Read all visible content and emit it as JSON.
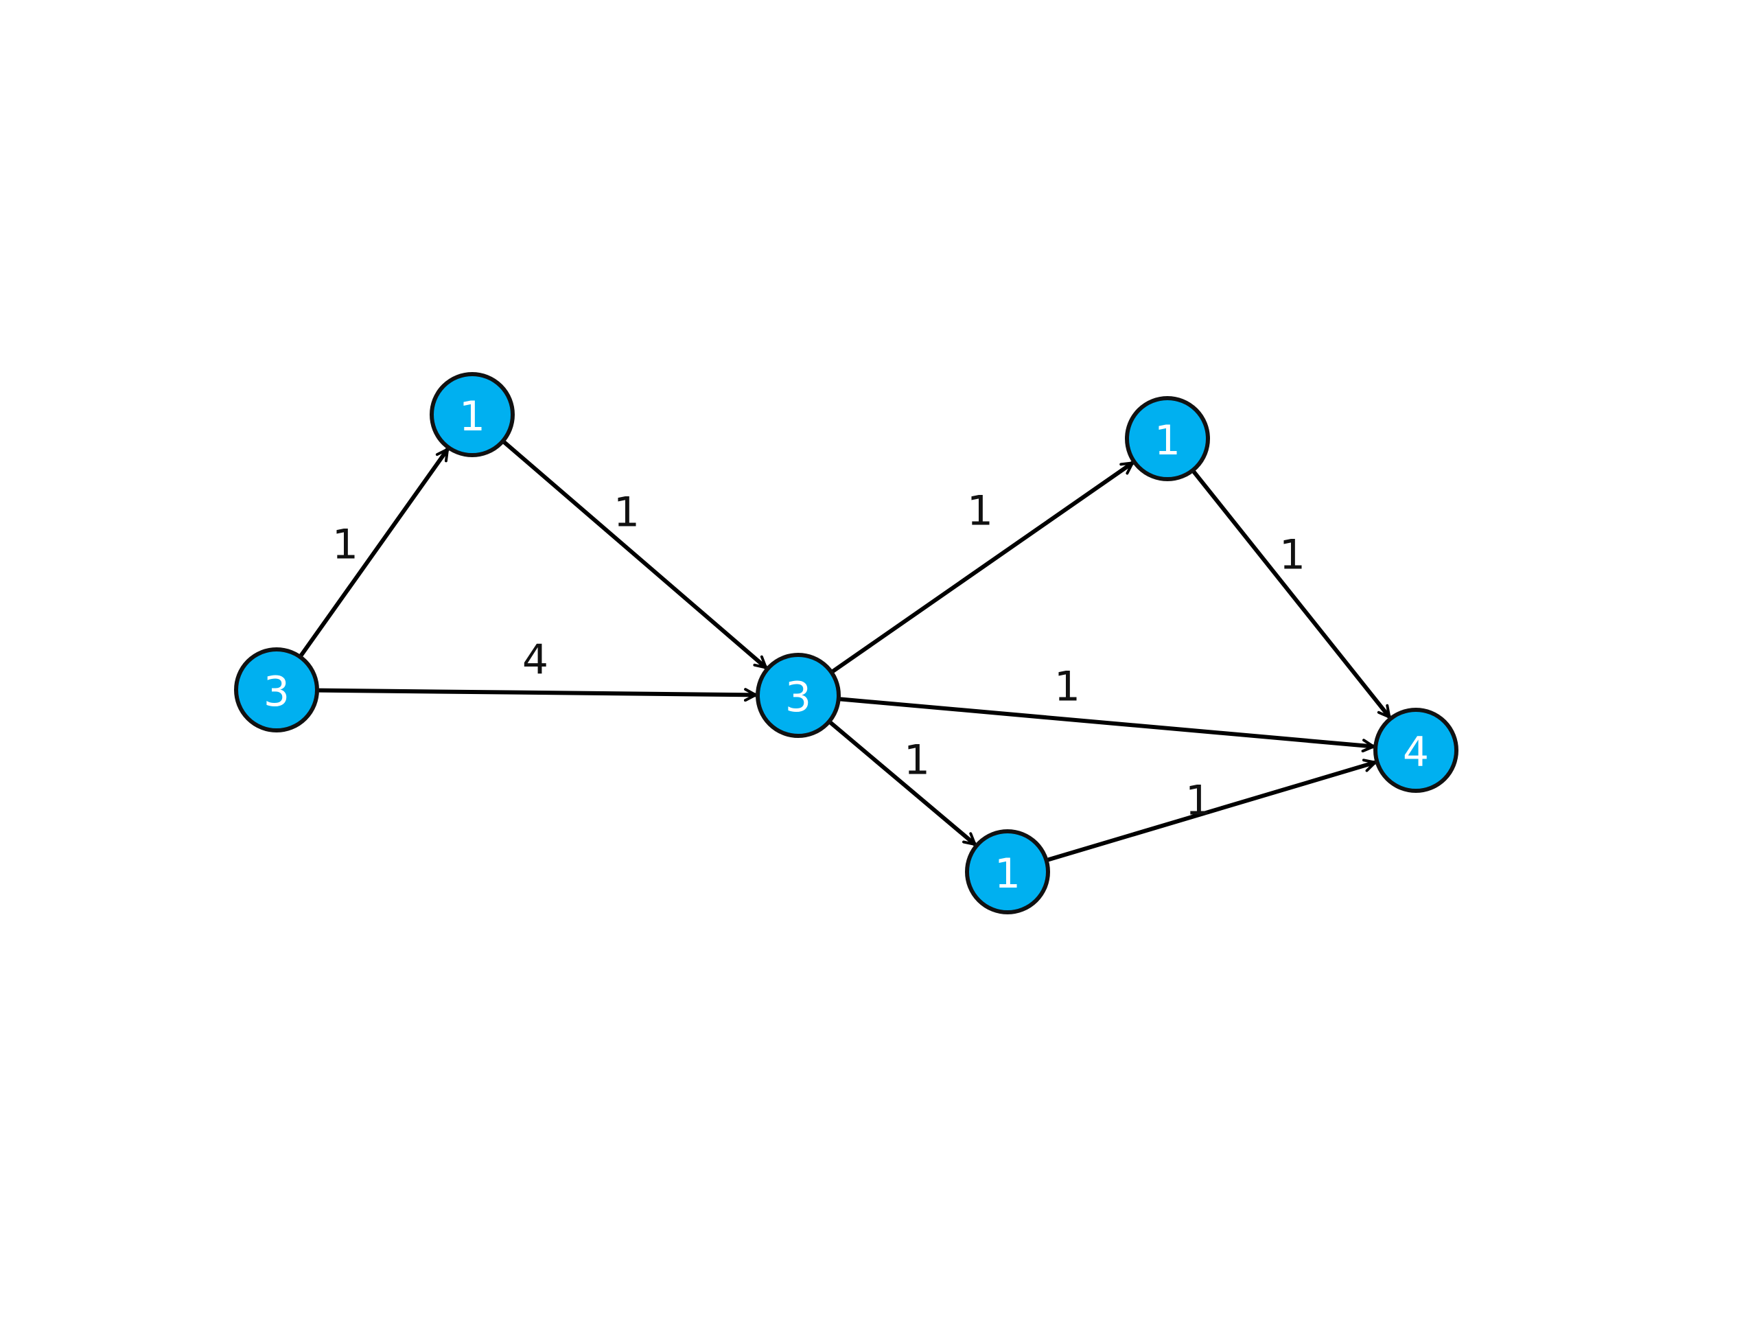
{
  "graph": {
    "node_color": "#00b0f0",
    "edge_color": "#000000",
    "nodes": [
      {
        "id": "n1",
        "label": "3"
      },
      {
        "id": "n2",
        "label": "1"
      },
      {
        "id": "n3",
        "label": "3"
      },
      {
        "id": "n4",
        "label": "1"
      },
      {
        "id": "n5",
        "label": "1"
      },
      {
        "id": "n6",
        "label": "4"
      }
    ],
    "edges": [
      {
        "from": "n1",
        "to": "n2",
        "label": "1"
      },
      {
        "from": "n2",
        "to": "n3",
        "label": "1"
      },
      {
        "from": "n1",
        "to": "n3",
        "label": "4"
      },
      {
        "from": "n3",
        "to": "n4",
        "label": "1"
      },
      {
        "from": "n4",
        "to": "n6",
        "label": "1"
      },
      {
        "from": "n3",
        "to": "n6",
        "label": "1"
      },
      {
        "from": "n3",
        "to": "n5",
        "label": "1"
      },
      {
        "from": "n5",
        "to": "n6",
        "label": "1"
      }
    ]
  }
}
